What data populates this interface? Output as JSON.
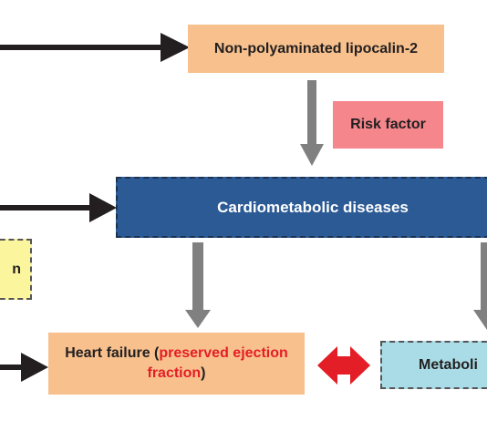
{
  "nodes": {
    "lipocalin": "Non-polyaminated lipocalin-2",
    "risk_factor": "Risk factor",
    "cardiometabolic": "Cardiometabolic diseases",
    "partial_left": "n",
    "heart_failure": {
      "prefix": "Heart failure (",
      "highlight": "preserved ejection fraction",
      "suffix": ")"
    },
    "partial_right": "Metaboli"
  },
  "colors": {
    "peach": "#f7c08d",
    "pink": "#f4868c",
    "dark_blue": "#2b5a95",
    "yellow": "#fbf59e",
    "light_blue": "#a9dce6",
    "red": "#e41e26",
    "gray_arrow": "#808080",
    "black_arrow": "#231f20"
  }
}
